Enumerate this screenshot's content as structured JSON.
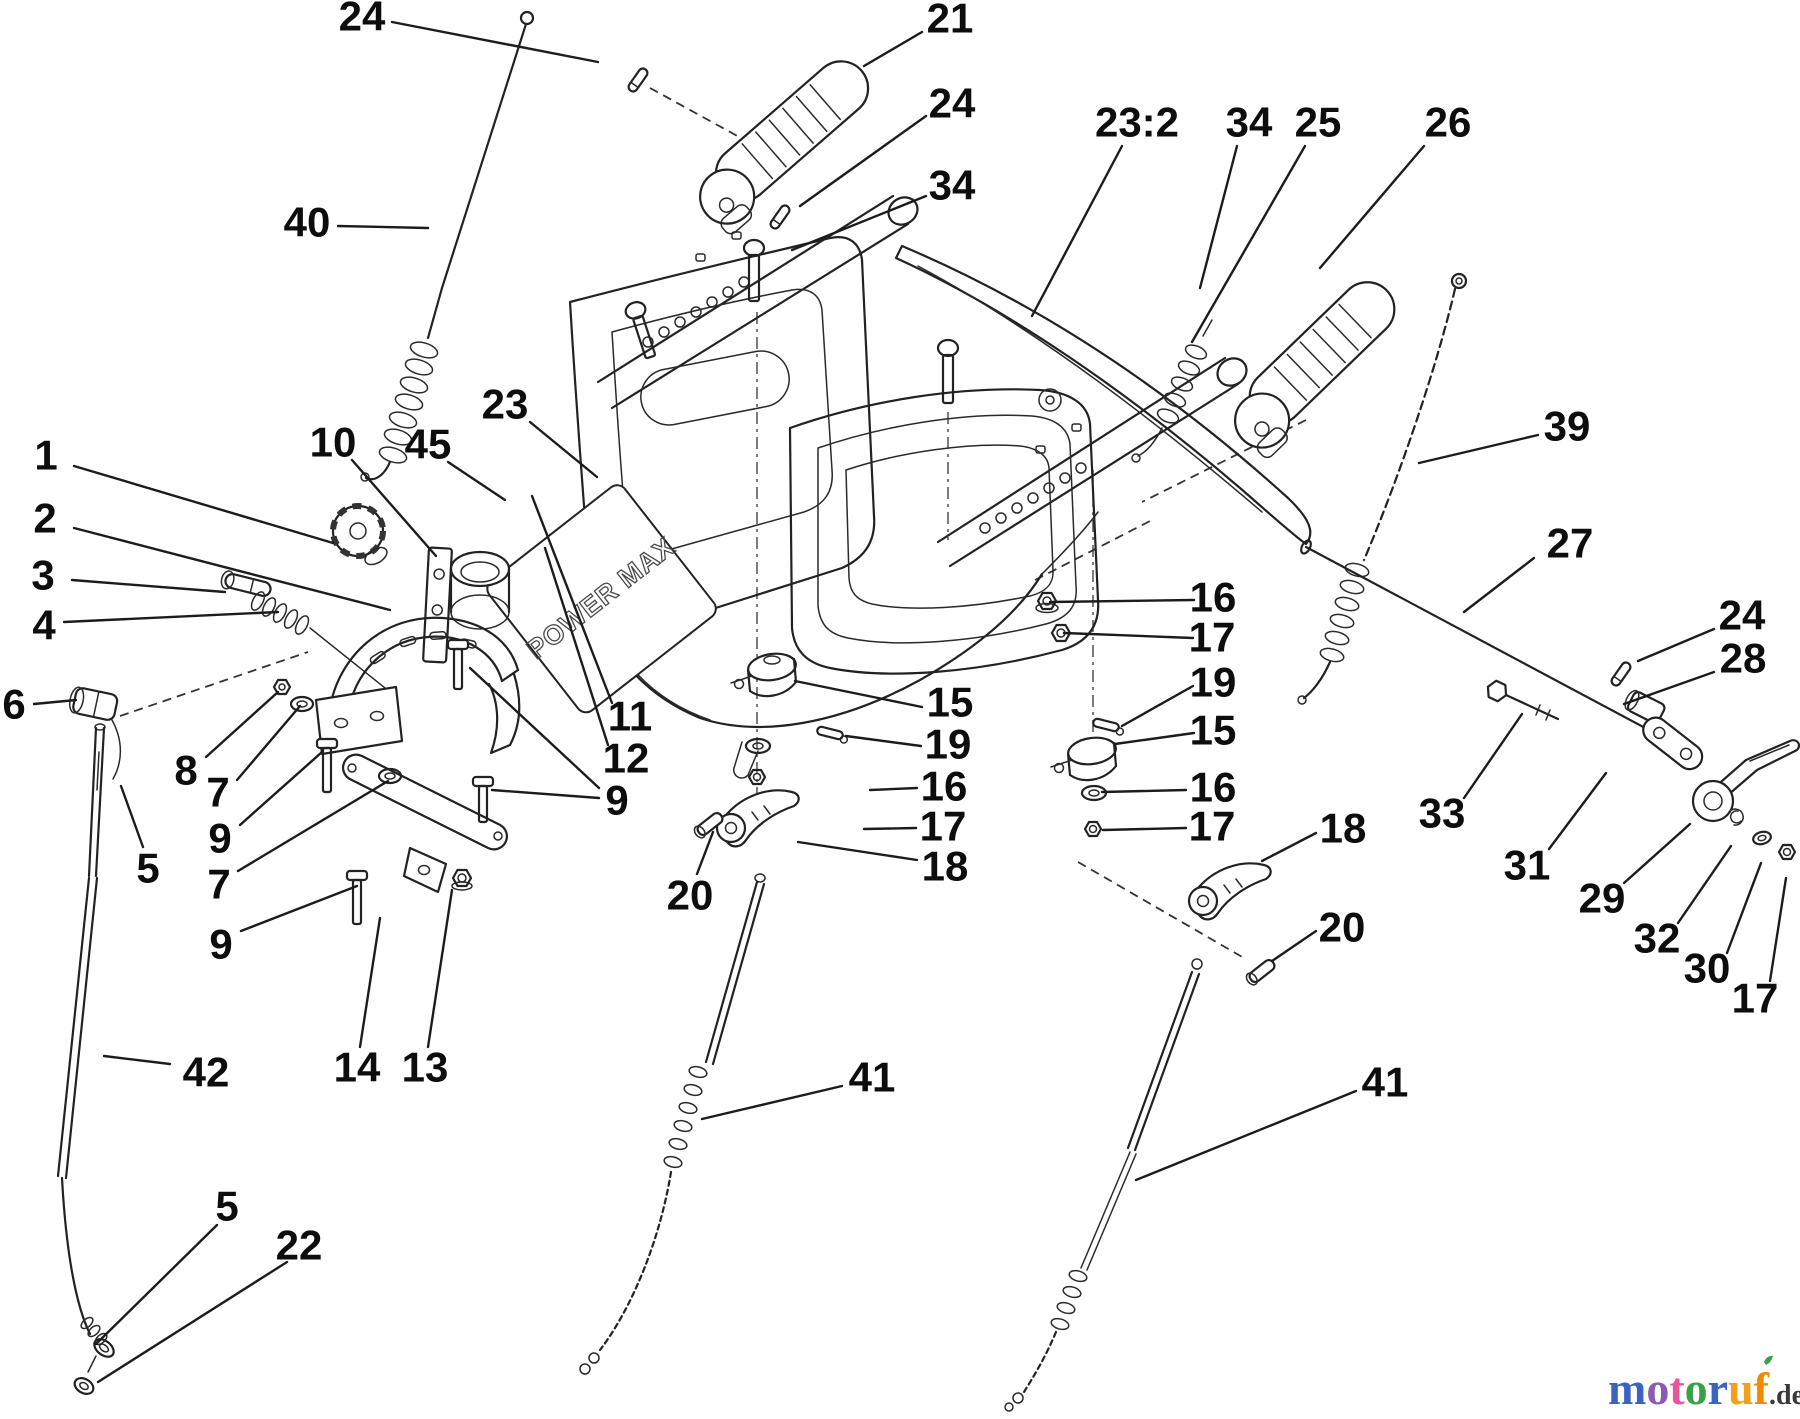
{
  "figure": {
    "kind": "exploded-parts-diagram",
    "subject": "snow thrower handle / control assembly",
    "background": "#ffffff",
    "line_color": "#1f1f1f"
  },
  "decal": {
    "text": "POWER MAX"
  },
  "labels": [
    "24",
    "21",
    "24",
    "34",
    "23:2",
    "34",
    "25",
    "26",
    "40",
    "23",
    "10",
    "45",
    "1",
    "2",
    "3",
    "4",
    "6",
    "8",
    "7",
    "9",
    "7",
    "9",
    "5",
    "11",
    "12",
    "9",
    "20",
    "15",
    "19",
    "16",
    "17",
    "18",
    "16",
    "17",
    "19",
    "15",
    "16",
    "17",
    "18",
    "20",
    "41",
    "41",
    "42",
    "14",
    "13",
    "5",
    "22",
    "33",
    "31",
    "29",
    "32",
    "30",
    "17",
    "39",
    "27",
    "24",
    "28"
  ],
  "logo": {
    "letters": [
      {
        "ch": "m",
        "color": "#3b63c4"
      },
      {
        "ch": "o",
        "color": "#8a5bb5"
      },
      {
        "ch": "t",
        "color": "#e8559a"
      },
      {
        "ch": "o",
        "color": "#3aa047"
      },
      {
        "ch": "r",
        "color": "#3b63c4"
      },
      {
        "ch": "u",
        "color": "#f0a21a"
      },
      {
        "ch": "f",
        "color": "#ef8b00"
      }
    ],
    "suffix": ".de",
    "suffix_color": "#3a3a3a",
    "tick_color": "#3aa047"
  }
}
